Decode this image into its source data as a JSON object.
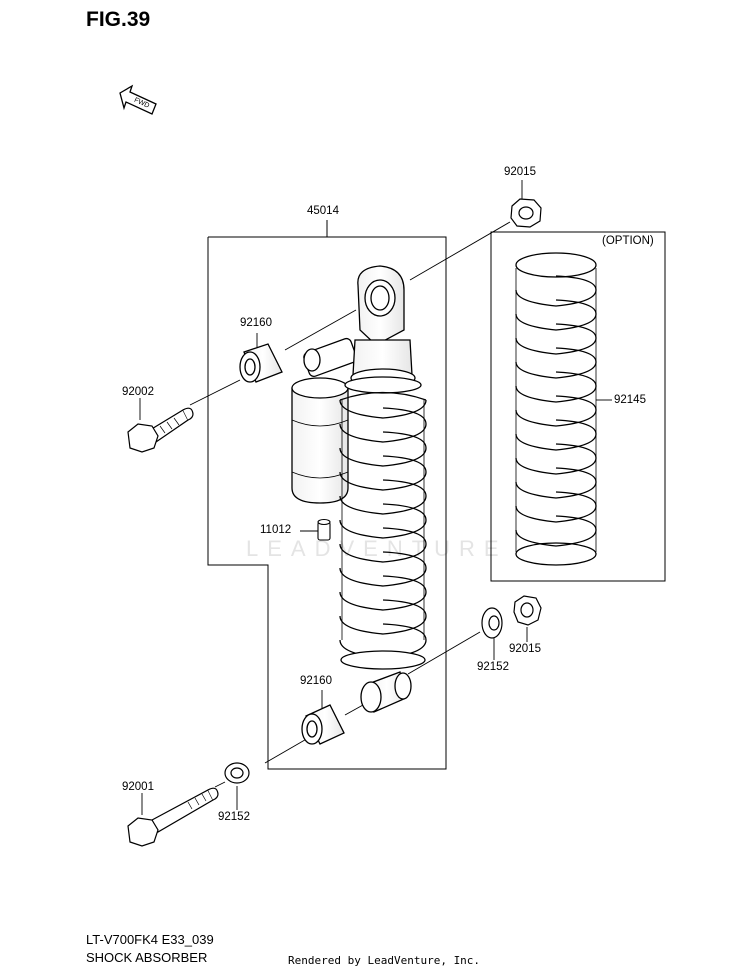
{
  "figure": {
    "title": "FIG.39"
  },
  "fwd_label": "FWD",
  "option_label": "(OPTION)",
  "watermark": "LEADVENTURE",
  "parts": {
    "p45014": "45014",
    "p92015_top": "92015",
    "p92160_top": "92160",
    "p92002": "92002",
    "p92145": "92145",
    "p11012": "11012",
    "p92152_right": "92152",
    "p92015_right": "92015",
    "p92160_bottom": "92160",
    "p92001": "92001",
    "p92152_bottom": "92152"
  },
  "footer": {
    "model_code": "LT-V700FK4 E33_039",
    "section_name": "SHOCK ABSORBER",
    "rendered_by": "Rendered by LeadVenture, Inc."
  }
}
